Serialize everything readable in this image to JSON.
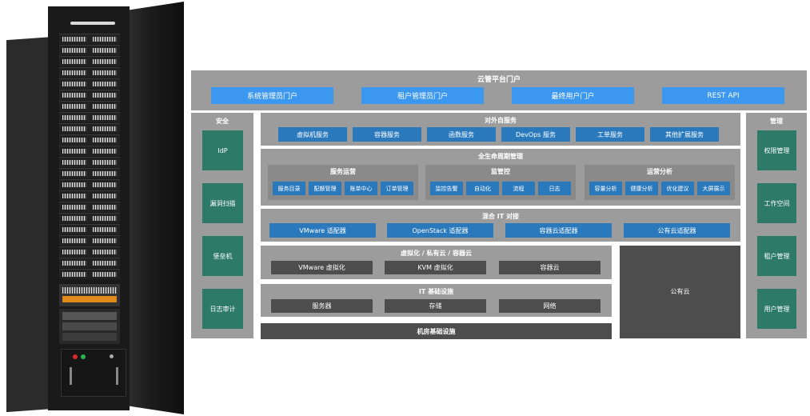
{
  "diagram": {
    "title": "云管平台门户",
    "portals": [
      "系统管理员门户",
      "租户管理员门户",
      "最终用户门户",
      "REST API"
    ],
    "security": {
      "title": "安全",
      "items": [
        "IdP",
        "漏洞扫描",
        "堡垒机",
        "日志审计"
      ]
    },
    "management": {
      "title": "管理",
      "items": [
        "权限管理",
        "工作空间",
        "租户管理",
        "用户管理"
      ]
    },
    "self_service": {
      "title": "对外自服务",
      "items": [
        "虚拟机服务",
        "容器服务",
        "函数服务",
        "DevOps 服务",
        "工单服务",
        "其他扩展服务"
      ]
    },
    "lifecycle": {
      "title": "全生命周期管理",
      "groups": [
        {
          "title": "服务运营",
          "items": [
            "服务目录",
            "配额管理",
            "账单中心",
            "订单管理"
          ]
        },
        {
          "title": "监管控",
          "items": [
            "监控告警",
            "自动化",
            "流程",
            "日志"
          ]
        },
        {
          "title": "运营分析",
          "items": [
            "容量分析",
            "健康分析",
            "优化建议",
            "大屏展示"
          ]
        }
      ]
    },
    "hybrid": {
      "title": "混合 IT 对接",
      "items": [
        "VMware 适配器",
        "OpenStack 适配器",
        "容器云适配器",
        "公有云适配器"
      ]
    },
    "virtualization": {
      "title": "虚拟化 / 私有云 / 容器云",
      "items": [
        "VMware 虚拟化",
        "KVM 虚拟化",
        "容器云"
      ]
    },
    "infrastructure": {
      "title": "IT 基础设施",
      "items": [
        "服务器",
        "存储",
        "网络"
      ]
    },
    "public_cloud": "公有云",
    "datacenter": "机房基础设施"
  },
  "colors": {
    "frame_gray": "#9c9c9c",
    "portal_blue": "#3c97ee",
    "service_blue": "#2a79bd",
    "side_teal": "#2d7a69",
    "dark_box": "#4d4d4d"
  },
  "illustration": "server-rack"
}
